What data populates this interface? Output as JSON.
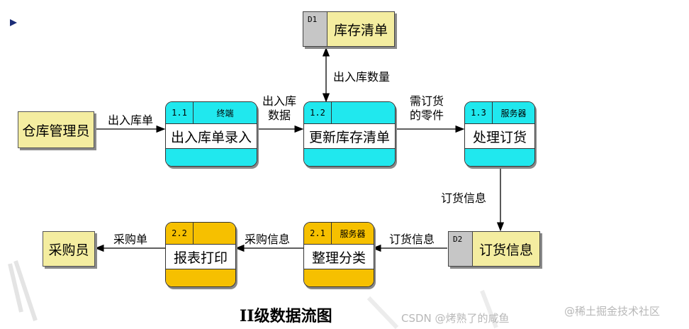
{
  "entities": {
    "warehouse_manager": "仓库管理员",
    "purchaser": "采购员"
  },
  "stores": {
    "d1": {
      "id": "D1",
      "name": "库存清单"
    },
    "d2": {
      "id": "D2",
      "name": "订货信息"
    }
  },
  "processes": {
    "p11": {
      "id": "1.1",
      "location": "终端",
      "name": "出入库单录入"
    },
    "p12": {
      "id": "1.2",
      "location": "",
      "name": "更新库存清单"
    },
    "p13": {
      "id": "1.3",
      "location": "服务器",
      "name": "处理订货"
    },
    "p21": {
      "id": "2.1",
      "location": "服务器",
      "name": "整理分类"
    },
    "p22": {
      "id": "2.2",
      "location": "",
      "name": "报表打印"
    }
  },
  "flows": {
    "in_out_form": "出入库单",
    "in_out_data_line1": "出入库",
    "in_out_data_line2": "数据",
    "in_out_qty": "出入库数量",
    "needed_parts_line1": "需订货",
    "needed_parts_line2": "的零件",
    "order_info_down": "订货信息",
    "order_info_left": "订货信息",
    "purchase_info": "采购信息",
    "purchase_form": "采购单"
  },
  "title": "II级数据流图",
  "watermarks": {
    "csdn": "CSDN @烤熟了的咸鱼",
    "juejin": "@稀土掘金技术社区"
  },
  "colors": {
    "entity_fill": "#f4eda0",
    "process_cyan": "#20e8ee",
    "process_gold": "#f6c000",
    "store_id_fill": "#c6c6c6"
  }
}
